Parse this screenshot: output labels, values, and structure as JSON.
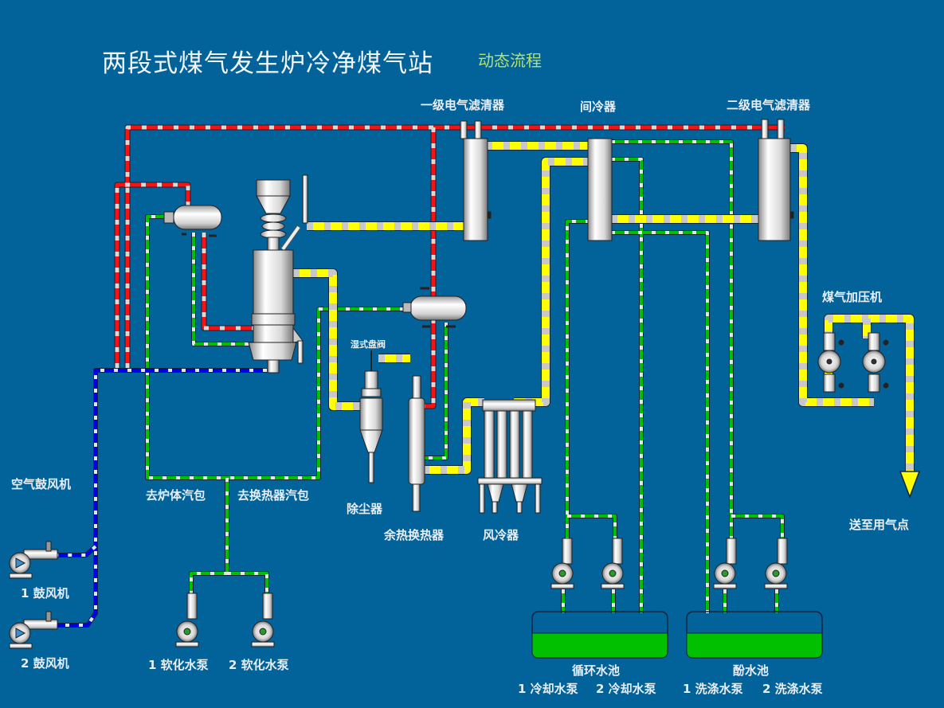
{
  "title": "两段式煤气发生炉冷净煤气站",
  "subtitle": "动态流程",
  "colors": {
    "background": "#02629a",
    "gas_pipe": "#ffff00",
    "hot_pipe": "#ff0000",
    "water_pipe": "#00c000",
    "air_pipe": "#0000ee",
    "pipe_stripe": "#cccccc",
    "pool_water": "#00c000"
  },
  "equipment": {
    "esp1": "一级电气滤清器",
    "intercooler": "间冷器",
    "esp2": "二级电气滤清器",
    "gas_booster": "煤气加压机",
    "deliver": "送至用气点",
    "wet_valve": "湿式盘阀",
    "dust_collector": "除尘器",
    "waste_heat_exchanger": "余热换热器",
    "air_cooler": "风冷器",
    "air_blower_group": "空气鼓风机",
    "blower1": "1 鼓风机",
    "blower2": "2 鼓风机",
    "to_furnace_drum": "去炉体汽包",
    "to_exchanger_drum": "去换热器汽包",
    "soft_pump1": "1 软化水泵",
    "soft_pump2": "2 软化水泵",
    "circ_pool": "循环水池",
    "phenol_pool": "酚水池",
    "cool_pump1": "1 冷却水泵",
    "cool_pump2": "2 冷却水泵",
    "wash_pump1": "1 洗涤水泵",
    "wash_pump2": "2 洗涤水泵"
  }
}
